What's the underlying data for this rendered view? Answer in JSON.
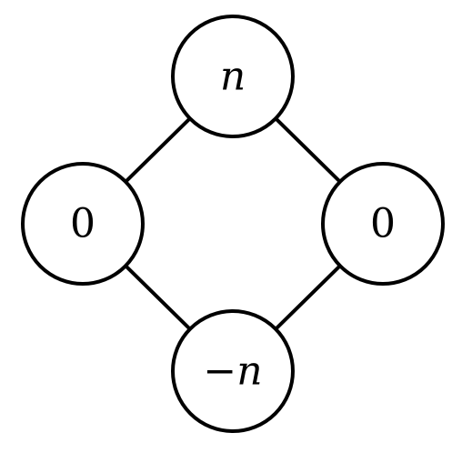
{
  "diagram": {
    "nodes": [
      {
        "id": "top",
        "label": "n",
        "italic": true
      },
      {
        "id": "left",
        "label": "0",
        "italic": false
      },
      {
        "id": "right",
        "label": "0",
        "italic": false
      },
      {
        "id": "bottom",
        "label": "−n",
        "italic": true
      }
    ],
    "edges": [
      {
        "from": "top",
        "to": "left"
      },
      {
        "from": "top",
        "to": "right"
      },
      {
        "from": "left",
        "to": "bottom"
      },
      {
        "from": "right",
        "to": "bottom"
      }
    ],
    "colors": {
      "stroke": "#000000",
      "fill": "#ffffff"
    }
  }
}
